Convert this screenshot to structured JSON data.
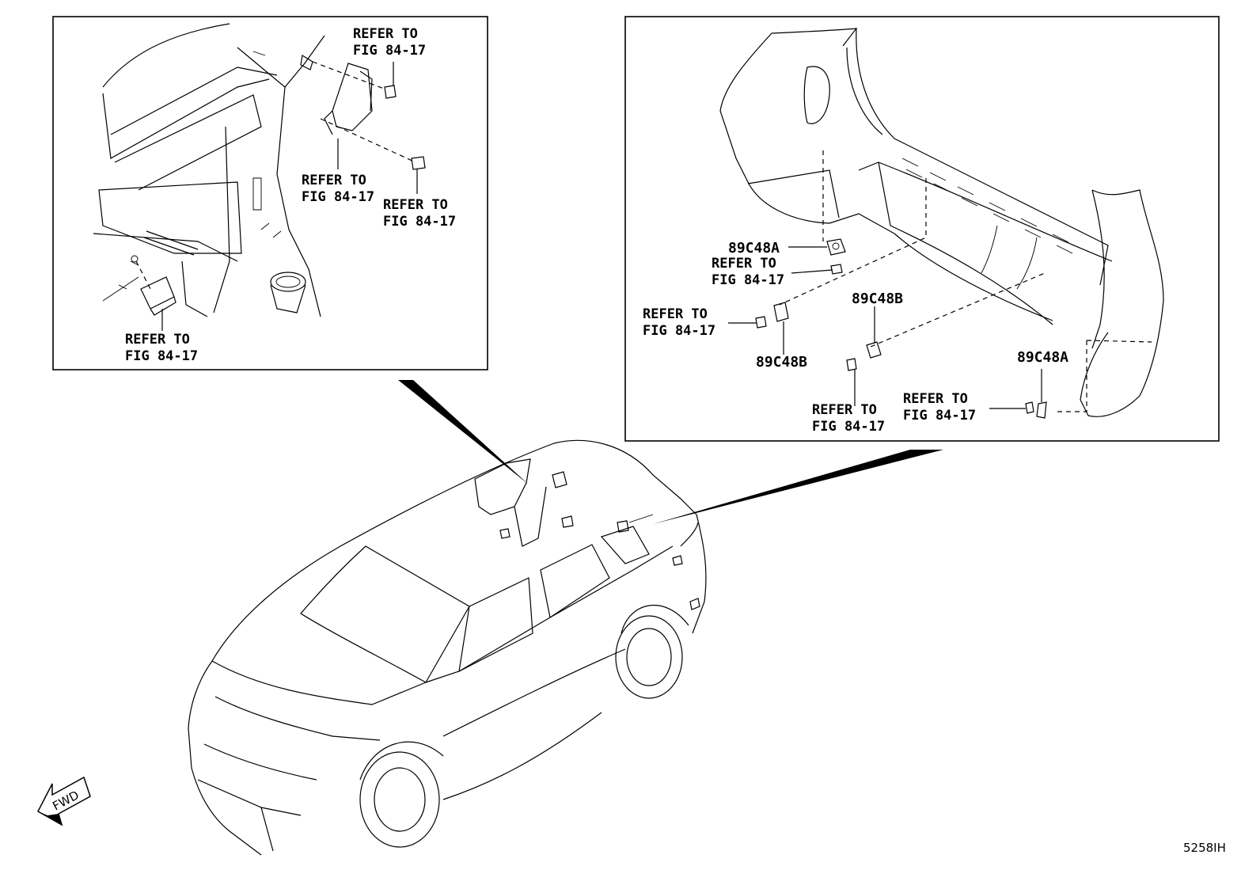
{
  "left_panel": {
    "callouts": [
      {
        "line1": "REFER TO",
        "line2": "FIG 84-17"
      },
      {
        "line1": "REFER TO",
        "line2": "FIG 84-17"
      },
      {
        "line1": "REFER TO",
        "line2": "FIG 84-17"
      },
      {
        "line1": "REFER TO",
        "line2": "FIG 84-17"
      }
    ]
  },
  "right_panel": {
    "callouts": [
      {
        "line1": "REFER TO",
        "line2": "FIG 84-17"
      },
      {
        "line1": "REFER TO",
        "line2": "FIG 84-17"
      },
      {
        "line1": "REFER TO",
        "line2": "FIG 84-17"
      },
      {
        "line1": "REFER TO",
        "line2": "FIG 84-17"
      }
    ],
    "part_numbers": [
      "89C48A",
      "89C48B",
      "89C48B",
      "89C48A"
    ]
  },
  "fwd_arrow_label": "FWD",
  "figure_id": "5258IH"
}
